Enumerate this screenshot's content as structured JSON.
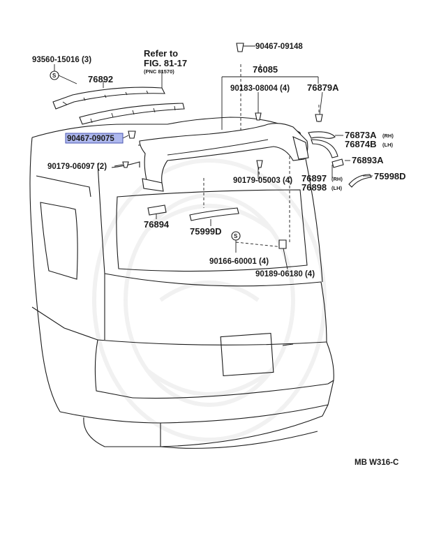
{
  "diagram": {
    "labels": {
      "p93560": "93560-15016 (3)",
      "refer_to": "Refer to",
      "fig": "FIG. 81-17",
      "pnc": "(PNC 81570)",
      "p76892": "76892",
      "p90467_09148": "90467-09148",
      "p76085": "76085",
      "p90183": "90183-08004 (4)",
      "p76879a": "76879A",
      "p90467_09075": "90467-09075",
      "p90179_06097": "90179-06097 (2)",
      "p76873a": "76873A",
      "rh1": "(RH)",
      "p76874b": "76874B",
      "lh1": "(LH)",
      "p76893a": "76893A",
      "p76897": "76897",
      "rh2": "(RH)",
      "p76898": "76898",
      "lh2": "(LH)",
      "p75998d": "75998D",
      "p90179_05003": "90179-05003 (4)",
      "p76894": "76894",
      "p75999d": "75999D",
      "p90166": "90166-60001 (4)",
      "p90189": "90189-06180 (4)",
      "code": "MB  W316-C"
    },
    "highlight_color": "#aeb8ee"
  }
}
